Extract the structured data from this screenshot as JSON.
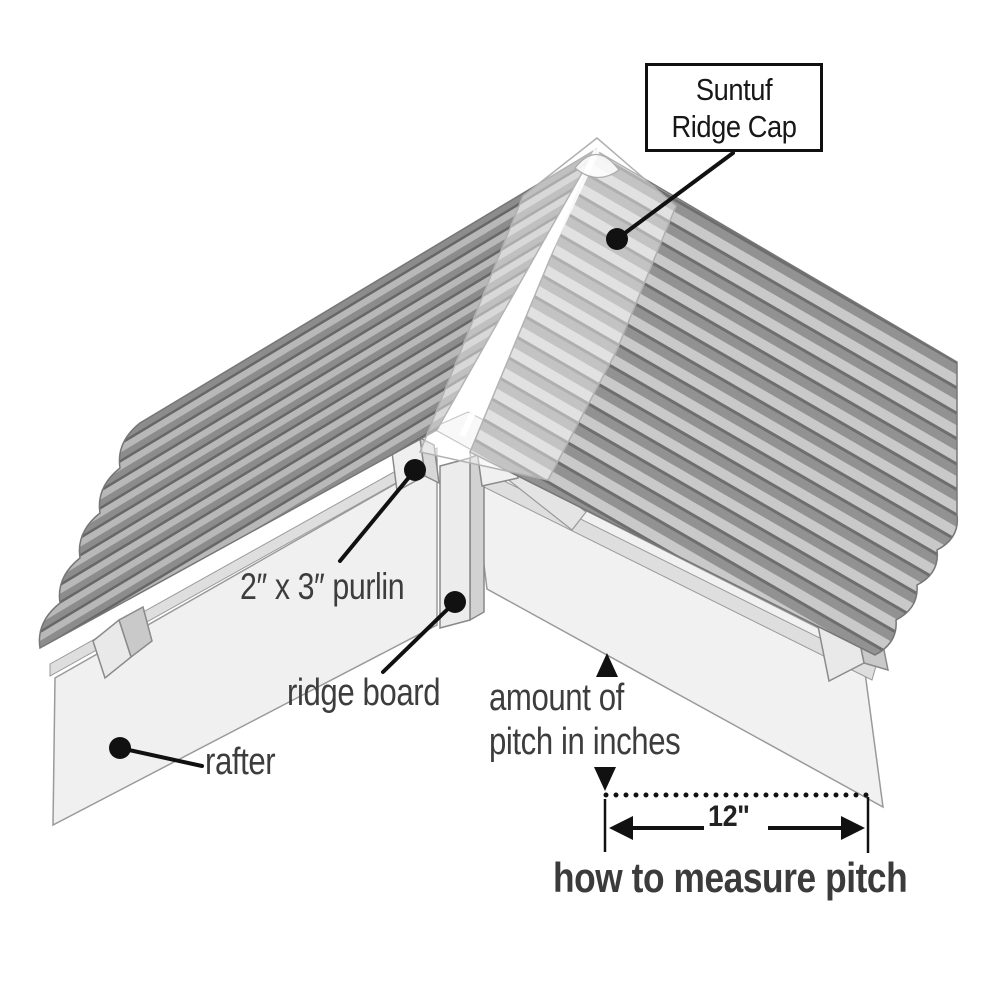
{
  "callout": {
    "line1": "Suntuf",
    "line2": "Ridge Cap"
  },
  "labels": {
    "purlin": "2″ x 3″ purlin",
    "ridge_board": "ridge board",
    "rafter": "rafter",
    "pitch_line1": "amount of",
    "pitch_line2": "pitch in inches",
    "span": "12\""
  },
  "title": "how to measure pitch",
  "colors": {
    "background": "#ffffff",
    "ink": "#111111",
    "label_gray": "#3d3d3d",
    "panel_light": "#c9c9c9",
    "panel_mid": "#8f8f8f",
    "panel_dark": "#6d6d6d",
    "wood_light": "#f0f0f0",
    "wood_edge": "#9a9a9a"
  }
}
